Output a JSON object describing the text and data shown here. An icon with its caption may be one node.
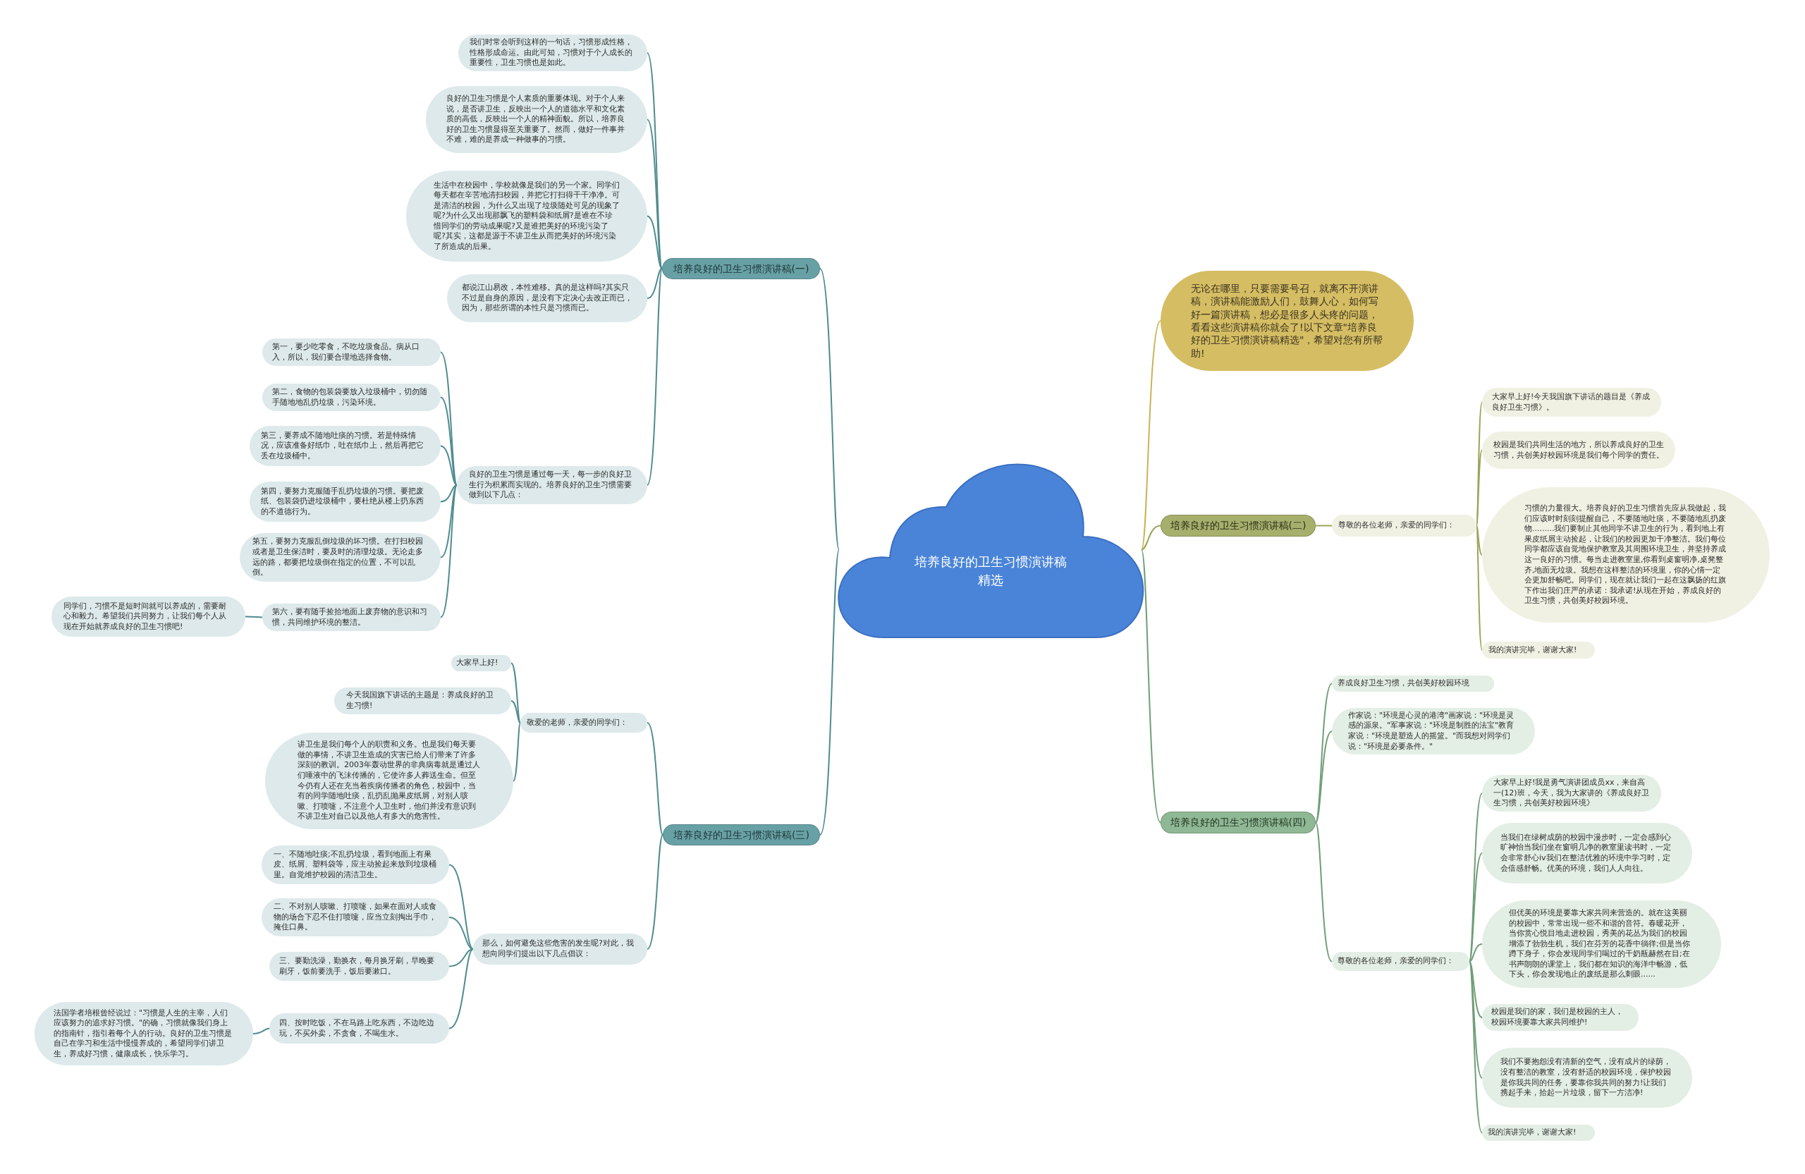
{
  "diagram": {
    "nodes": [
      {
        "text": [
          "培养良好的卫生习惯演讲稿精选"
        ]
      },
      {
        "text": [
          "培养良好的卫生习惯演讲稿(一)"
        ]
      },
      {
        "text": [
          "我们时常会听到这样的一句话，习惯形成性格，性格形成命运。由此可知，习惯对于个人成长的重要性，卫生习惯也是如此。"
        ]
      },
      {
        "text": [
          "良好的卫生习惯是个人素质的重要体现。对于个人来说，是否讲卫生，反映出一个人的道德水平和文化素质的高低，反映出一个人的精神面貌。所以，培养良好的卫生习惯显得至关重要了。然而，做好一件事并不难，难的是养成一种做事的习惯。"
        ]
      },
      {
        "text": [
          "生活中在校园中，学校就像是我们的另一个家。同学们每天都在辛苦地清扫校园，并把它打扫得干干净净。可是清洁的校园，为什么又出现了垃圾随处可见的现象了呢?为什么又出现那飘飞的塑料袋和纸屑?是谁在不珍惜同学们的劳动成果呢?又是谁把美好的环境污染了呢?其实，这都是源于不讲卫生从而把美好的环境污染了所造成的后果。"
        ]
      },
      {
        "text": [
          "都说江山易改，本性难移。真的是这样吗?其实只不过是自身的原因，是没有下定决心去改正而已，因为，那些所谓的本性只是习惯而已。"
        ]
      },
      {
        "text": [
          "良好的卫生习惯是通过每一天，每一步的良好卫生行为积累而实现的。培养良好的卫生习惯需要做到以下几点："
        ]
      },
      {
        "text": [
          "第一，要少吃零食，不吃垃圾食品。病从口入，所以，我们要合理地选择食物。"
        ]
      },
      {
        "text": [
          "第二，食物的包装袋要放入垃圾桶中，切勿随手随地地乱扔垃圾，污染环境。"
        ]
      },
      {
        "text": [
          "第三，要养成不随地吐痰的习惯。若是特殊情况，应该准备好纸巾，吐在纸巾上，然后再把它丢在垃圾桶中。"
        ]
      },
      {
        "text": [
          "第四，要努力克服随手乱扔垃圾的习惯。要把废纸、包装袋扔进垃圾桶中，要杜绝从楼上扔东西的不道德行为。"
        ]
      },
      {
        "text": [
          "第五，要努力克服乱倒垃圾的坏习惯。在打扫校园或者是卫生保洁时，要及时的清理垃圾。无论走多远的路，都要把垃圾倒在指定的位置，不可以乱倒。"
        ]
      },
      {
        "text": [
          "第六，要有随手捡拾地面上废弃物的意识和习惯，共同维护环境的整洁。"
        ]
      },
      {
        "text": [
          "同学们，习惯不是短时间就可以养成的，需要耐心和毅力。希望我们共同努力，让我们每个人从现在开始就养成良好的卫生习惯吧!"
        ]
      },
      {
        "text": [
          "无论在哪里，只要需要号召，就离不开演讲稿，演讲稿能激励人们，鼓舞人心，如何写好一篇演讲稿，想必是很多人头疼的问题，看看这些演讲稿你就会了!以下文章\"培养良好的卫生习惯演讲稿精选\"，希望对您有所帮助!"
        ]
      },
      {
        "text": [
          "培养良好的卫生习惯演讲稿(二)"
        ]
      },
      {
        "text": [
          "尊敬的各位老师，亲爱的同学们："
        ]
      },
      {
        "text": [
          "大家早上好!今天我国旗下讲话的题目是《养成良好卫生习惯》。"
        ]
      },
      {
        "text": [
          "校园是我们共同生活的地方，所以养成良好的卫生习惯，共创美好校园环境是我们每个同学的责任。"
        ]
      },
      {
        "text": [
          "习惯的力量很大。培养良好的卫生习惯首先应从我做起，我们应该时时刻刻提醒自己，不要随地吐痰，不要随地乱扔废物.........我们要制止其他同学不讲卫生的行为，看到地上有果皮纸屑主动捡起，让我们的校园更加干净整洁。我们每位同学都应该自觉地保护教室及其周围环境卫生，并坚持养成这一良好的习惯。每当走进教室里,你看到桌窗明净,桌凳整齐,地面无垃圾。我想在这样整洁的环境里，你的心情一定会更加舒畅吧。同学们，现在就让我们一起在这飘扬的红旗下作出我们庄严的承诺：我承诺!从现在开始，养成良好的卫生习惯，共创美好校园环境。"
        ]
      },
      {
        "text": [
          "我的演讲完毕，谢谢大家!"
        ]
      },
      {
        "text": [
          "培养良好的卫生习惯演讲稿(三)"
        ]
      },
      {
        "text": [
          "敬爱的老师，亲爱的同学们："
        ]
      },
      {
        "text": [
          "大家早上好!"
        ]
      },
      {
        "text": [
          "今天我国旗下讲话的主题是：养成良好的卫生习惯!"
        ]
      },
      {
        "text": [
          "讲卫生是我们每个人的职责和义务。也是我们每天要做的事情，不讲卫生造成的灾害已给人们带来了许多深刻的教训。2003年轰动世界的非典病毒就是通过人们唾液中的飞沫传播的，它使许多人葬送生命。但至今仍有人还在充当着疾病传播者的角色，校园中，当有的同学随地吐痰，乱扔乱抛果皮纸屑，对别人咳嗽、打喷嚏，不注意个人卫生时，他们并没有意识到不讲卫生对自己以及他人有多大的危害性。"
        ]
      },
      {
        "text": [
          "那么，如何避免这些危害的发生呢?对此，我想向同学们提出以下几点倡议："
        ]
      },
      {
        "text": [
          "一、不随地吐痰;不乱扔垃圾，看到地面上有果皮、纸屑、塑料袋等，应主动捡起来放到垃圾桶里。自觉维护校园的清洁卫生。"
        ]
      },
      {
        "text": [
          "二、不对别人咳嗽、打喷嚏，如果在面对人或食物的场合下忍不住打喷嚏，应当立刻掏出手巾，掩住口鼻。"
        ]
      },
      {
        "text": [
          "三、要勤洗澡，勤换衣，每月换牙刷，早晚要刷牙，饭前要洗手，饭后要漱口。"
        ]
      },
      {
        "text": [
          "四、按时吃饭，不在马路上吃东西，不边吃边玩，不买外卖，不贪食，不喝生水。"
        ]
      },
      {
        "text": [
          "法国学者培根曾经说过：\"习惯是人生的主宰，人们应该努力的追求好习惯。\"的确，习惯就像我们身上的指南针，指引着每个人的行动。良好的卫生习惯是自己在学习和生活中慢慢养成的，希望同学们讲卫生，养成好习惯，健康成长，快乐学习。"
        ]
      },
      {
        "text": [
          "培养良好的卫生习惯演讲稿(四)"
        ]
      },
      {
        "text": [
          "养成良好卫生习惯，共创美好校园环境"
        ]
      },
      {
        "text": [
          "作家说：\"环境是心灵的港湾\"画家说：\"环境是灵感的源泉。\"军事家说：\"环境是制胜的法宝\"教育家说：\"环境是塑造人的摇篮。\"而我想对同学们说：\"环境是必要条件。\""
        ]
      },
      {
        "text": [
          "尊敬的各位老师，亲爱的同学们："
        ]
      },
      {
        "text": [
          "大家早上好!我是勇气演讲团成员xx，来自高一(12)班，今天，我为大家讲的《养成良好卫生习惯，共创美好校园环境》"
        ]
      },
      {
        "text": [
          "当我们在绿树成荫的校园中漫步时，一定会感到心旷神怡当我们坐在窗明几净的教室里读书时，一定会非常舒心iv我们在整洁优雅的环境中学习时，定会倍感舒畅。优美的环境，我们人人向往。"
        ]
      },
      {
        "text": [
          "但优美的环境是要靠大家共同来营造的。就在这美丽的校园中，常常出现一些不和谐的音符。春暖花开，当你赏心悦目地走进校园，秀美的花丛为我们的校园增添了勃勃生机，我们在芬芳的花香中徜徉;但是当你蹲下身子，你会发现同学们喝过的干奶瓶赫然在目;在书声朗朗的课堂上，我们都在知识的海洋中畅游，低下头，你会发现地止的废纸是那么刺眼......"
        ]
      },
      {
        "text": [
          "校园是我们的家，我们是校园的主人，校园环境要靠大家共同维护!"
        ]
      },
      {
        "text": [
          "我们不要抱怨没有清新的空气，没有成片的绿荫，没有整洁的教室，没有舒适的校园环境，保护校园是你我共同的任务，要靠你我共同的努力!让我们携起手来，拾起一片垃圾，留下一方洁净!"
        ]
      },
      {
        "text": [
          "我的演讲完毕，谢谢大家!"
        ]
      }
    ],
    "edges": [
      {
        "from": 0,
        "to": 1,
        "arrow": "none"
      },
      {
        "from": 1,
        "to": 2,
        "arrow": "none"
      },
      {
        "from": 1,
        "to": 3,
        "arrow": "none"
      },
      {
        "from": 1,
        "to": 4,
        "arrow": "none"
      },
      {
        "from": 1,
        "to": 5,
        "arrow": "none"
      },
      {
        "from": 1,
        "to": 6,
        "arrow": "none"
      },
      {
        "from": 6,
        "to": 7,
        "arrow": "none"
      },
      {
        "from": 6,
        "to": 8,
        "arrow": "none"
      },
      {
        "from": 6,
        "to": 9,
        "arrow": "none"
      },
      {
        "from": 6,
        "to": 10,
        "arrow": "none"
      },
      {
        "from": 6,
        "to": 11,
        "arrow": "none"
      },
      {
        "from": 6,
        "to": 12,
        "arrow": "none"
      },
      {
        "from": 12,
        "to": 13,
        "arrow": "none"
      },
      {
        "from": 0,
        "to": 14,
        "arrow": "none",
        "color": "#c9b458"
      },
      {
        "from": 0,
        "to": 15,
        "arrow": "none",
        "color": "#9aa55a"
      },
      {
        "from": 15,
        "to": 16,
        "arrow": "none",
        "color": "#9aa55a"
      },
      {
        "from": 16,
        "to": 17,
        "arrow": "none",
        "color": "#9aa55a"
      },
      {
        "from": 16,
        "to": 18,
        "arrow": "none",
        "color": "#9aa55a"
      },
      {
        "from": 16,
        "to": 19,
        "arrow": "none",
        "color": "#9aa55a"
      },
      {
        "from": 16,
        "to": 20,
        "arrow": "none",
        "color": "#9aa55a"
      },
      {
        "from": 0,
        "to": 21,
        "arrow": "none"
      },
      {
        "from": 21,
        "to": 22,
        "arrow": "none"
      },
      {
        "from": 22,
        "to": 23,
        "arrow": "none"
      },
      {
        "from": 22,
        "to": 24,
        "arrow": "none"
      },
      {
        "from": 22,
        "to": 25,
        "arrow": "none"
      },
      {
        "from": 21,
        "to": 26,
        "arrow": "none"
      },
      {
        "from": 26,
        "to": 27,
        "arrow": "none"
      },
      {
        "from": 26,
        "to": 28,
        "arrow": "none"
      },
      {
        "from": 26,
        "to": 29,
        "arrow": "none"
      },
      {
        "from": 26,
        "to": 30,
        "arrow": "none"
      },
      {
        "from": 30,
        "to": 31,
        "arrow": "none"
      },
      {
        "from": 0,
        "to": 32,
        "arrow": "none",
        "color": "#6f9e78"
      },
      {
        "from": 32,
        "to": 33,
        "arrow": "none",
        "color": "#6f9e78"
      },
      {
        "from": 32,
        "to": 34,
        "arrow": "none",
        "color": "#6f9e78"
      },
      {
        "from": 32,
        "to": 35,
        "arrow": "none",
        "color": "#6f9e78"
      },
      {
        "from": 35,
        "to": 36,
        "arrow": "none",
        "color": "#6f9e78"
      },
      {
        "from": 35,
        "to": 37,
        "arrow": "none",
        "color": "#6f9e78"
      },
      {
        "from": 35,
        "to": 38,
        "arrow": "none",
        "color": "#6f9e78"
      },
      {
        "from": 35,
        "to": 39,
        "arrow": "none",
        "color": "#6f9e78"
      },
      {
        "from": 35,
        "to": 40,
        "arrow": "none",
        "color": "#6f9e78"
      },
      {
        "from": 35,
        "to": 41,
        "arrow": "none",
        "color": "#6f9e78"
      }
    ]
  }
}
